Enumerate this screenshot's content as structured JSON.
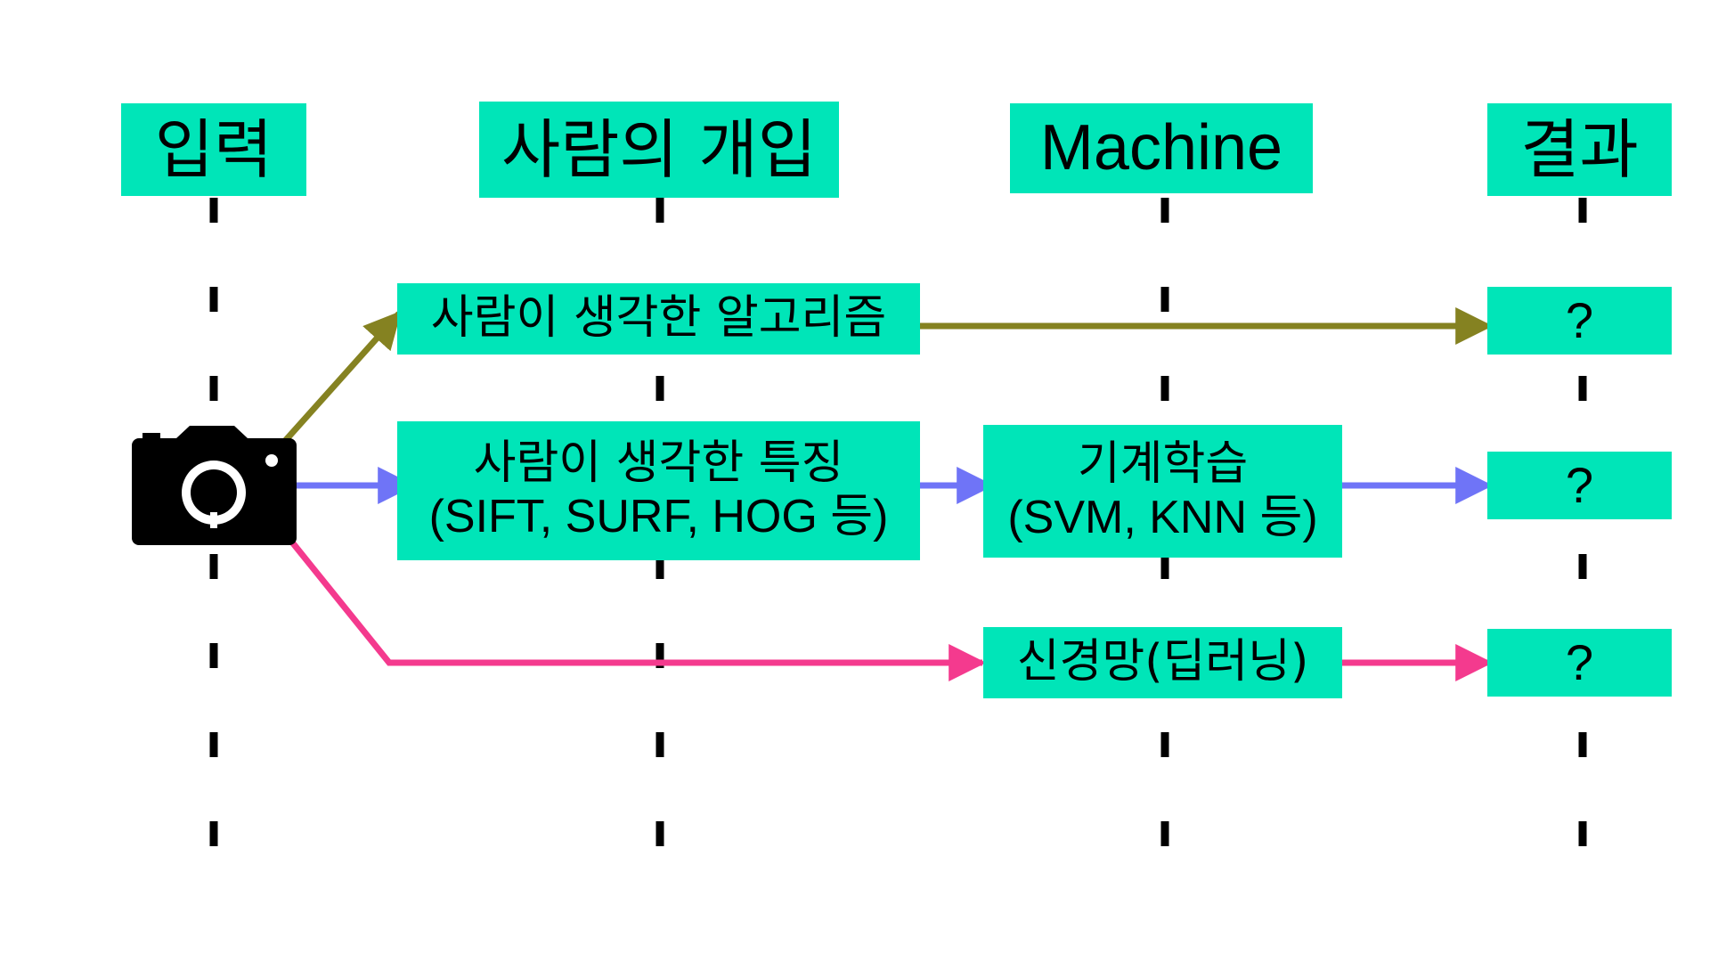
{
  "columns": {
    "input": "입력",
    "human": "사람의 개입",
    "machine": "Machine",
    "result": "결과"
  },
  "rows": {
    "algorithm": {
      "text": "사람이 생각한 알고리즘",
      "result": "?"
    },
    "features": {
      "line1": "사람이 생각한 특징",
      "line2": "(SIFT, SURF, HOG 등)",
      "ml_line1": "기계학습",
      "ml_line2": "(SVM, KNN 등)",
      "result": "?"
    },
    "deep": {
      "text": "신경망(딥러닝)",
      "result": "?"
    }
  },
  "icons": {
    "input": "camera-icon"
  },
  "colors": {
    "box": "#00e5b8",
    "arrow_algorithm": "#858221",
    "arrow_features": "#6f74f7",
    "arrow_deep": "#f43a8e",
    "dashes": "#000000"
  }
}
